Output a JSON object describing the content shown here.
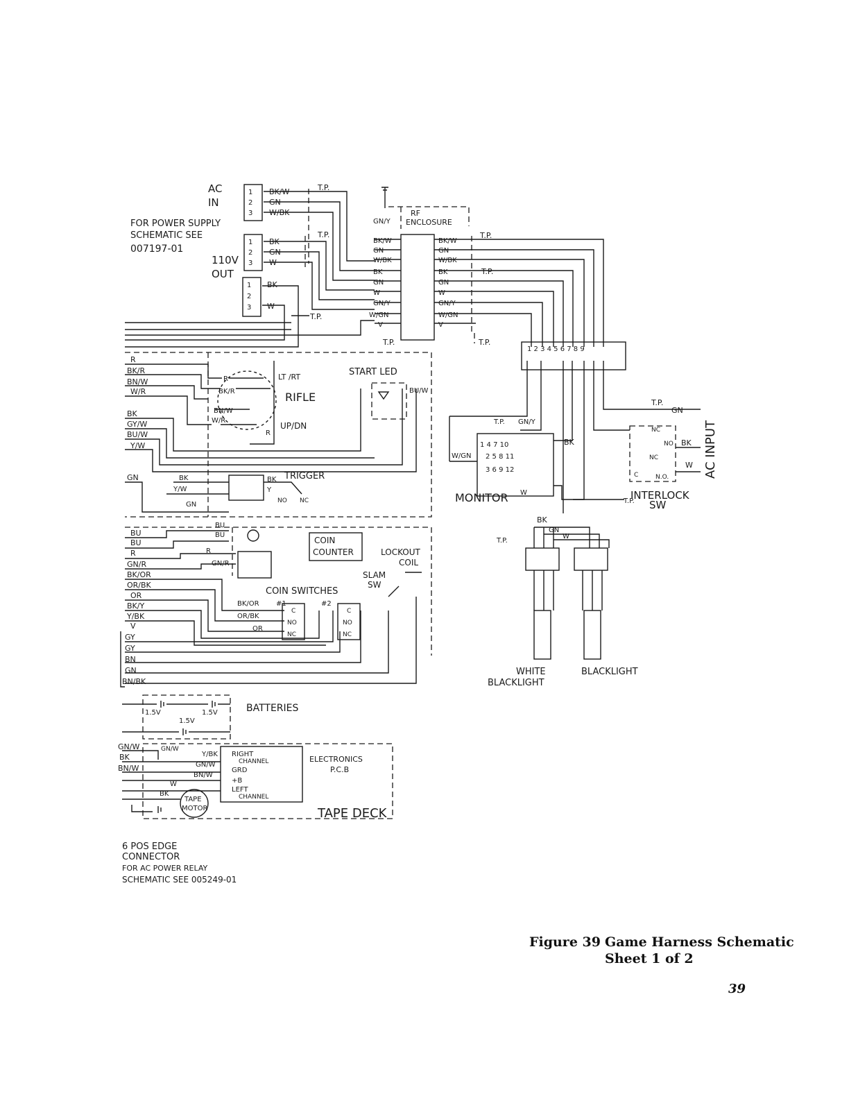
{
  "labels": {
    "ac_in_1": "AC",
    "ac_in_2": "IN",
    "power_note_1": "FOR POWER SUPPLY",
    "power_note_2": "SCHEMATIC  SEE",
    "power_note_3": "007197-01",
    "out_1": "110V",
    "out_2": "OUT",
    "tp": "T.P.",
    "rf_1": "RF",
    "rf_2": "ENCLOSURE",
    "rifle": "RIFLE",
    "lt_rt": "LT /RT",
    "up_dn": "UP/DN",
    "start_led": "START LED",
    "trigger": "TRIGGER",
    "coin_counter_1": "COIN",
    "coin_counter_2": "COUNTER",
    "lockout_1": "LOCKOUT",
    "lockout_2": "COIL",
    "coin_switches": "COIN SWITCHES",
    "sw1": "#1",
    "sw2": "#2",
    "slam_1": "SLAM",
    "slam_2": "SW",
    "batteries": "BATTERIES",
    "v15": "1.5V",
    "electronics_1": "ELECTRONICS",
    "electronics_2": "P.C.B",
    "right_channel_1": "RIGHT",
    "right_channel_2": "CHANNEL",
    "grd": "GRD",
    "plus_b": "+B",
    "left_channel_1": "LEFT",
    "left_channel_2": "CHANNEL",
    "tape_motor_1": "TAPE",
    "tape_motor_2": "MOTOR",
    "tape_deck": "TAPE DECK",
    "monitor": "MONITOR",
    "ac_input": "AC INPUT",
    "interlock_1": "INTERLOCK",
    "interlock_2": "SW",
    "white_blacklight_1": "WHITE",
    "white_blacklight_2": "BLACKLIGHT",
    "blacklight": "BLACKLIGHT",
    "edge_1": "6 POS EDGE",
    "edge_2": "CONNECTOR",
    "relay_1": "FOR AC POWER RELAY",
    "relay_2": "SCHEMATIC  SEE 005249-01",
    "nc": "NC",
    "no": "NO",
    "c": "C",
    "nc_dot": "N.C.",
    "no_dot": "N.O."
  },
  "wires": {
    "bk_w": "BK/W",
    "gn": "GN",
    "w_bk": "W/BK",
    "bk": "BK",
    "w": "W",
    "gn_y": "GN/Y",
    "w_gn": "W/GN",
    "v": "V",
    "r": "R",
    "bk_r": "BK/R",
    "bn_w": "BN/W",
    "w_r": "W/R",
    "gy_w": "GY/W",
    "bu_w": "BU/W",
    "y_w": "Y/W",
    "y": "Y",
    "bu": "BU",
    "gn_r": "GN/R",
    "bk_or": "BK/OR",
    "or_bk": "OR/BK",
    "or": "OR",
    "bk_y": "BK/Y",
    "y_bk": "Y/BK",
    "gy": "GY",
    "bn": "BN",
    "bn_bk": "BN/BK",
    "gn_w": "GN/W"
  },
  "caption": {
    "figure": "Figure 39",
    "title_1": "Game Harness Schematic",
    "title_2": "Sheet 1 of 2"
  },
  "page_number": "39"
}
